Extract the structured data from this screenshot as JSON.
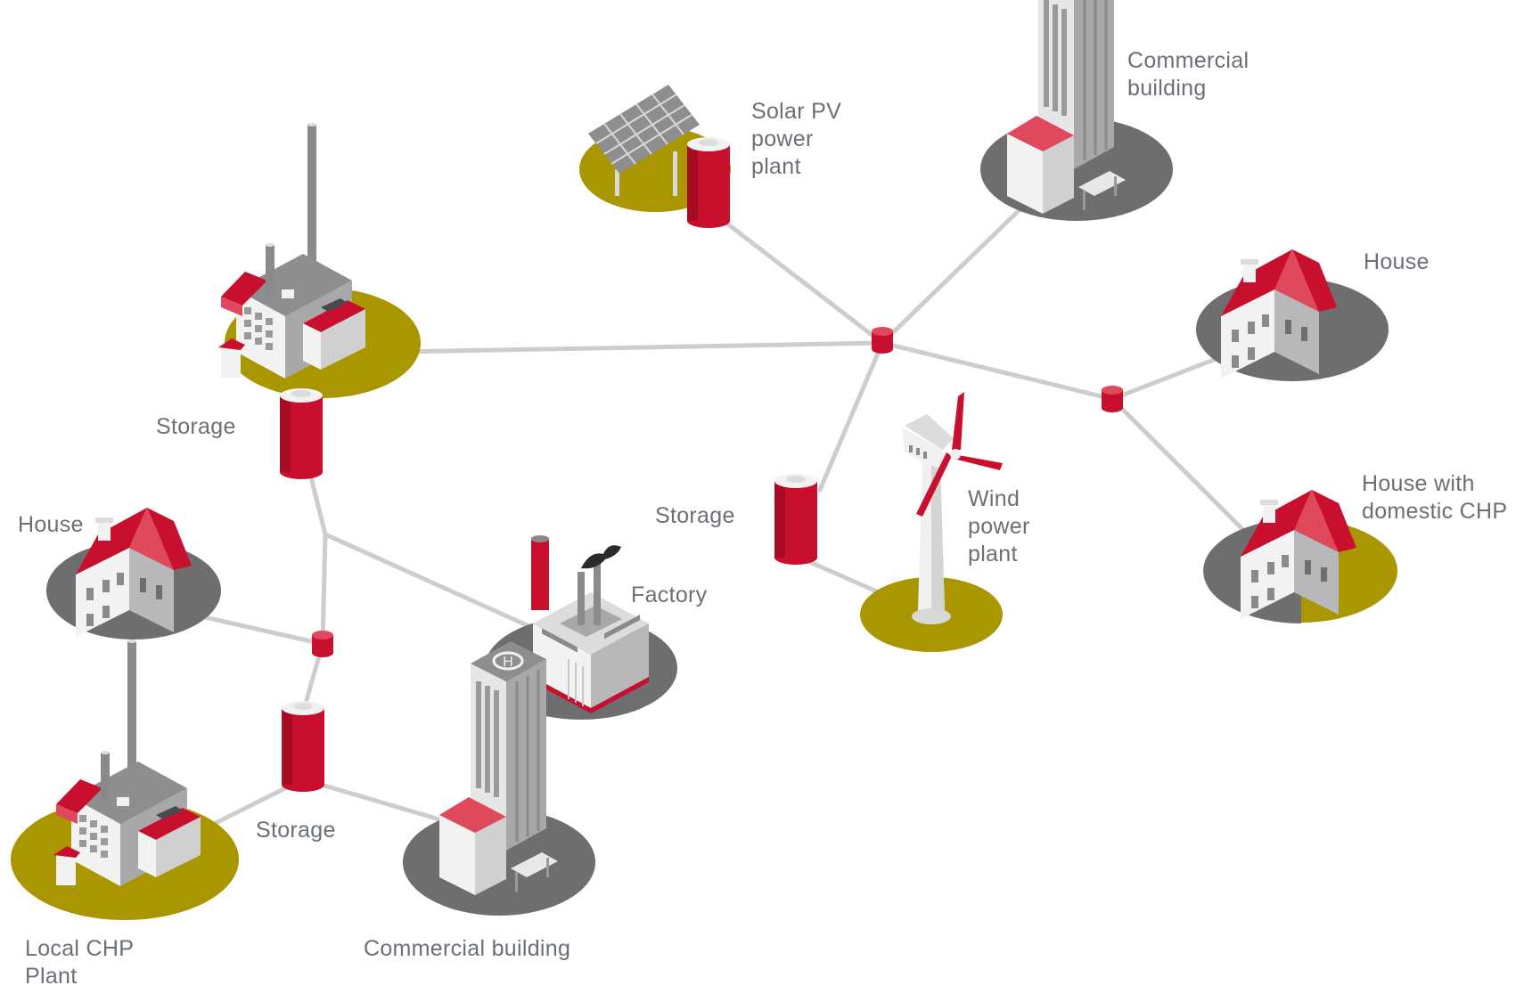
{
  "colors": {
    "red": "#c8102e",
    "red_light": "#e0485c",
    "olive": "#a99600",
    "dark_gray": "#6e6e70",
    "line_gray": "#cdcdcd",
    "building_white": "#f1f1f1",
    "building_gray": "#9a9a9c",
    "text": "#6b7077"
  },
  "labels": {
    "solar": [
      "Solar PV",
      "power",
      "plant"
    ],
    "commercial_top": [
      "Commercial",
      "building"
    ],
    "house_right": "House",
    "house_chp": [
      "House with",
      "domestic CHP"
    ],
    "wind": [
      "Wind",
      "power",
      "plant"
    ],
    "storage_center": "Storage",
    "storage_left": "Storage",
    "storage_bottom": "Storage",
    "house_left": "House",
    "factory": "Factory",
    "local_chp": [
      "Local CHP",
      "Plant"
    ],
    "commercial_bottom": "Commercial building"
  },
  "icons": {
    "power_plant": "power-plant-icon",
    "solar_panel": "solar-panel-icon",
    "office_tower": "office-building-icon",
    "house": "house-icon",
    "wind_turbine": "wind-turbine-icon",
    "factory": "factory-icon",
    "storage": "storage-cylinder-icon",
    "junction": "junction-node-icon"
  }
}
